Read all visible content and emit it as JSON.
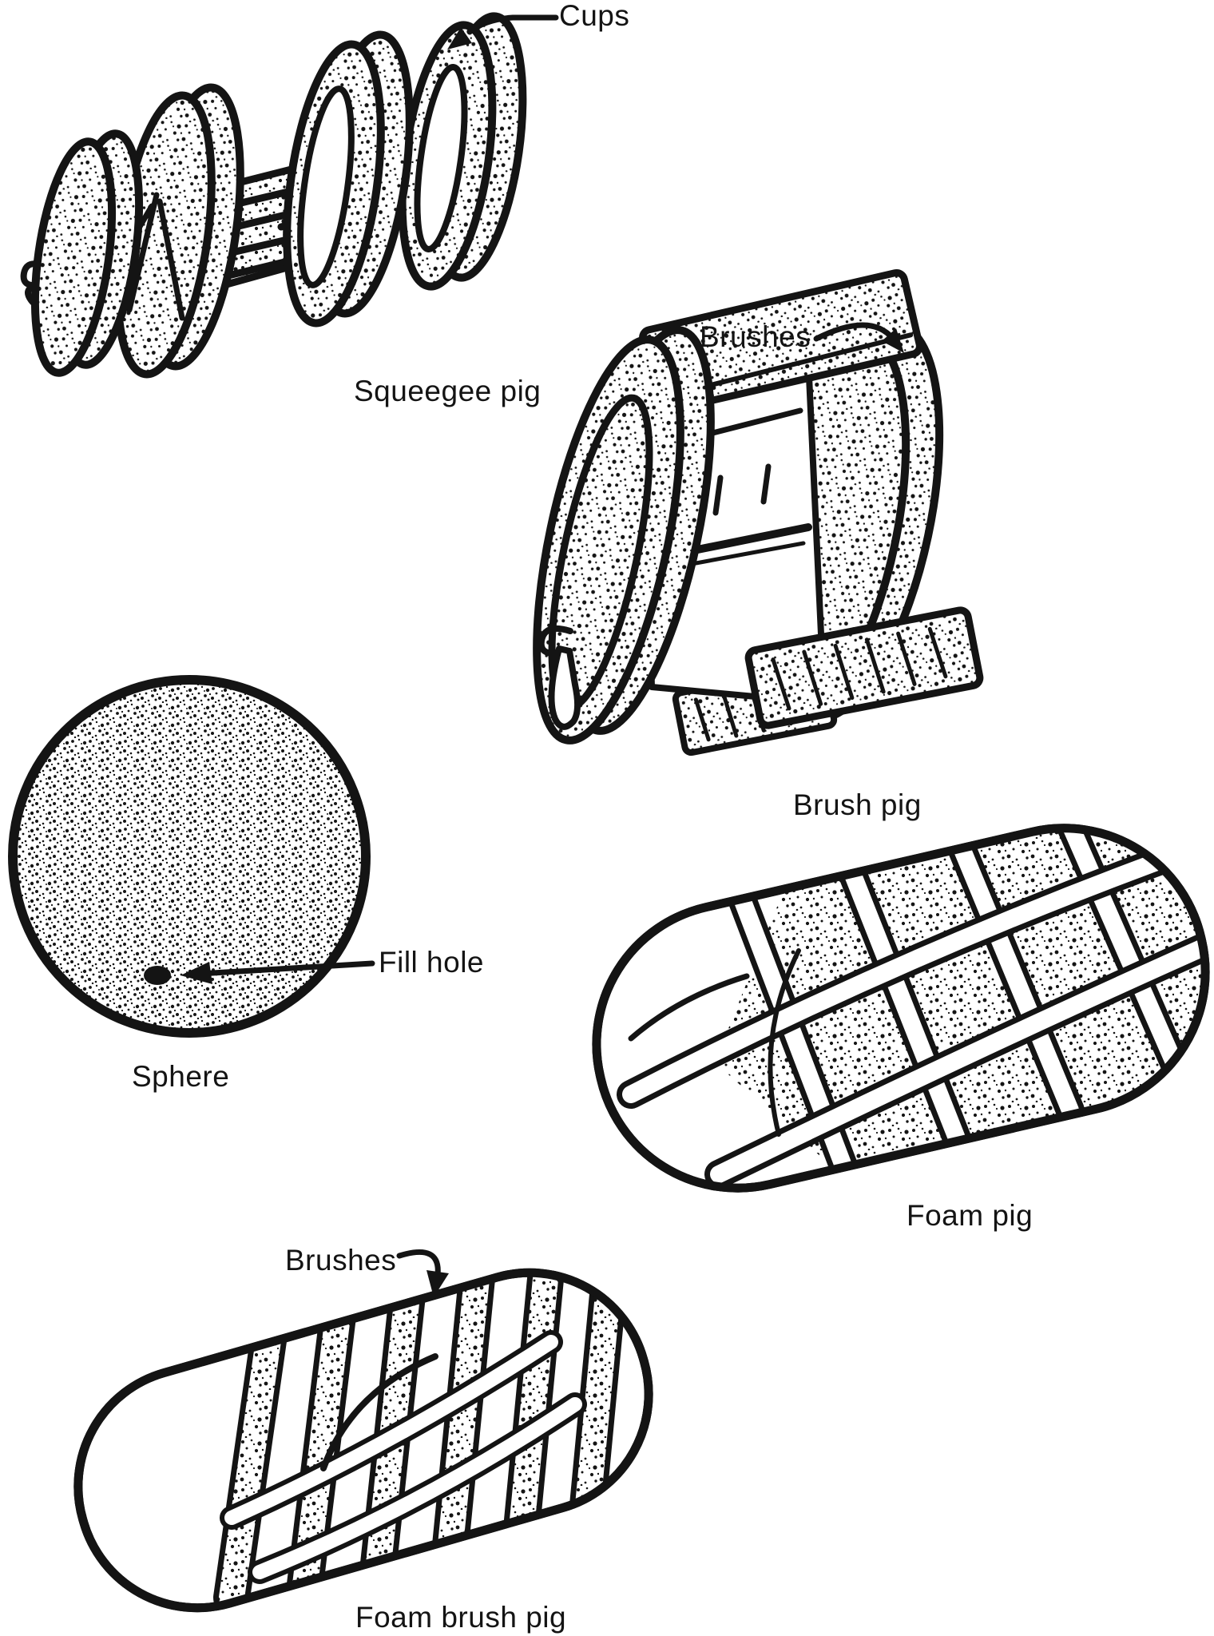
{
  "figure": {
    "description": "Hand-drawn illustrations of five pipeline pig types",
    "colors": {
      "ink": "#141414",
      "paper": "#ffffff"
    },
    "labels": {
      "cups": "Cups",
      "squeegee_pig": "Squeegee pig",
      "brushes_top": "Brushes",
      "brush_pig": "Brush pig",
      "fill_hole": "Fill hole",
      "sphere": "Sphere",
      "foam_pig": "Foam pig",
      "brushes_bottom": "Brushes",
      "foam_brush_pig": "Foam brush pig"
    },
    "illustrations": [
      {
        "id": "squeegee-pig",
        "caption": "Squeegee pig",
        "callouts": [
          "Cups"
        ]
      },
      {
        "id": "brush-pig",
        "caption": "Brush pig",
        "callouts": [
          "Brushes"
        ]
      },
      {
        "id": "sphere",
        "caption": "Sphere",
        "callouts": [
          "Fill hole"
        ]
      },
      {
        "id": "foam-pig",
        "caption": "Foam pig",
        "callouts": []
      },
      {
        "id": "foam-brush-pig",
        "caption": "Foam brush pig",
        "callouts": [
          "Brushes"
        ]
      }
    ]
  }
}
